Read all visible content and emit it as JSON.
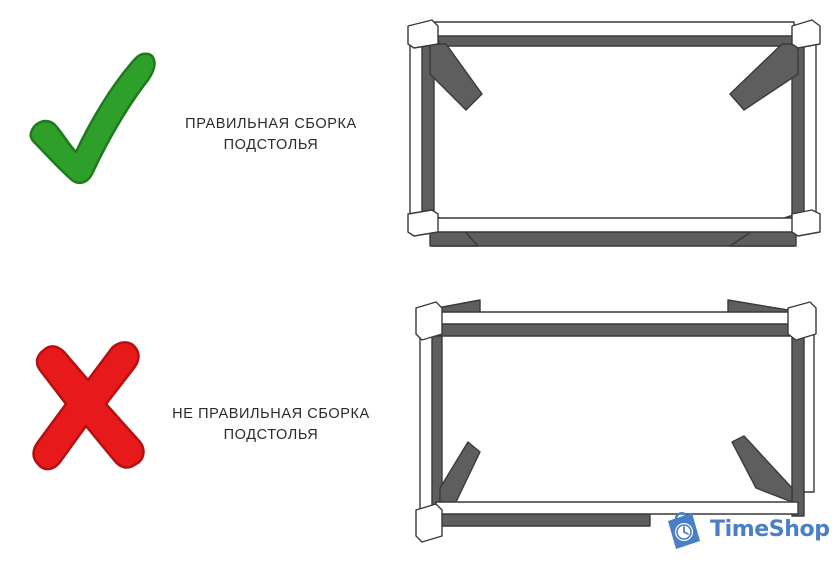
{
  "correct": {
    "caption_line1": "ПРАВИЛЬНАЯ СБОРКА",
    "caption_line2": "ПОДСТОЛЬЯ",
    "icon": "checkmark-icon",
    "color": "#2ea02a"
  },
  "wrong": {
    "caption_line1": "НЕ ПРАВИЛЬНАЯ СБОРКА",
    "caption_line2": "ПОДСТОЛЬЯ",
    "icon": "cross-icon",
    "color": "#e8191b"
  },
  "frame_colors": {
    "dark": "#5e5e5e",
    "light": "#ffffff",
    "stroke": "#3a3a3a"
  },
  "logo": {
    "text": "TimeShop",
    "icon": "shopping-bag-clock-icon",
    "color": "#4a7fc7"
  }
}
